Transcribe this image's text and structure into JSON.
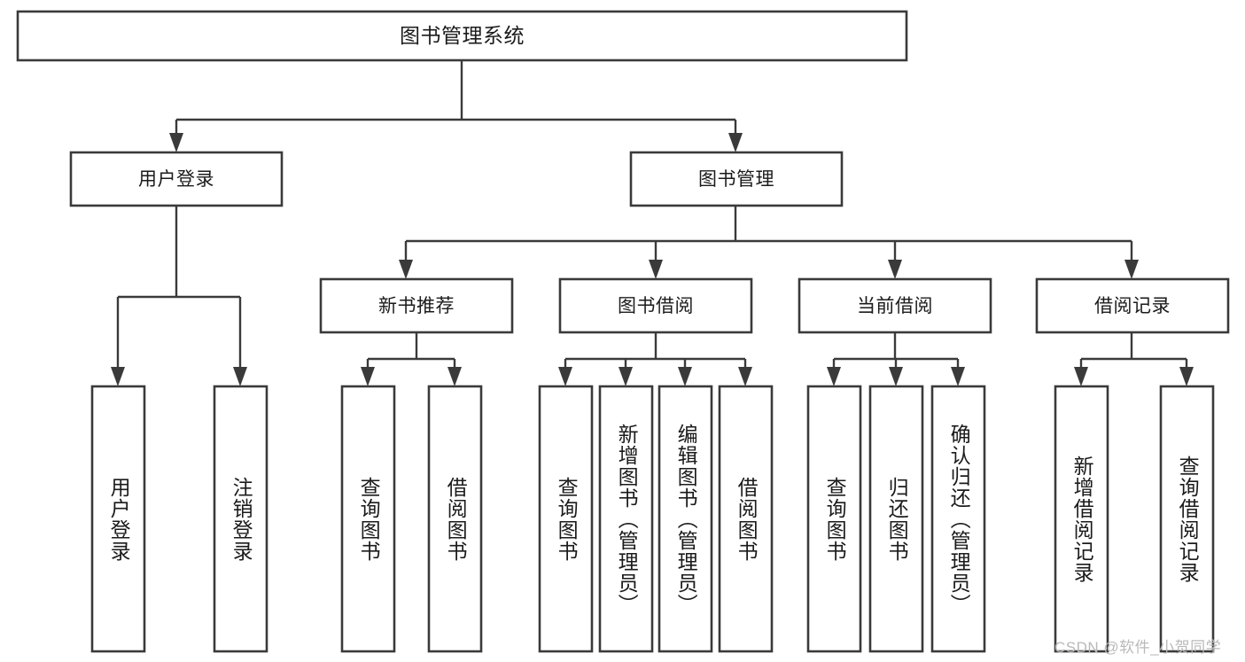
{
  "diagram": {
    "type": "tree-hierarchy-diagram",
    "root": {
      "id": "root",
      "label": "图书管理系统"
    },
    "level2": [
      {
        "id": "user-login",
        "label": "用户登录"
      },
      {
        "id": "book-management",
        "label": "图书管理"
      }
    ],
    "level3": [
      {
        "id": "new-book-recommend",
        "label": "新书推荐"
      },
      {
        "id": "book-borrow",
        "label": "图书借阅"
      },
      {
        "id": "current-borrow",
        "label": "当前借阅"
      },
      {
        "id": "borrow-record",
        "label": "借阅记录"
      }
    ],
    "leaves": {
      "user_login": [
        {
          "id": "leaf-user-login",
          "label": "用户登录"
        },
        {
          "id": "leaf-logout-login",
          "label": "注销登录"
        }
      ],
      "new_book_recommend": [
        {
          "id": "leaf-query-book-1",
          "label": "查询图书"
        },
        {
          "id": "leaf-borrow-book-1",
          "label": "借阅图书"
        }
      ],
      "book_borrow": [
        {
          "id": "leaf-query-book-2",
          "label": "查询图书"
        },
        {
          "id": "leaf-add-book",
          "label": "新增图书（管理员）"
        },
        {
          "id": "leaf-edit-book",
          "label": "编辑图书（管理员）"
        },
        {
          "id": "leaf-borrow-book-2",
          "label": "借阅图书"
        }
      ],
      "current_borrow": [
        {
          "id": "leaf-query-book-3",
          "label": "查询图书"
        },
        {
          "id": "leaf-return-book",
          "label": "归还图书"
        },
        {
          "id": "leaf-confirm-return",
          "label": "确认归还（管理员）"
        }
      ],
      "borrow_record": [
        {
          "id": "leaf-add-borrow-record",
          "label": "新增借阅记录"
        },
        {
          "id": "leaf-query-borrow-record",
          "label": "查询借阅记录"
        }
      ]
    },
    "watermark": "CSDN @软件_小贺同学",
    "colors": {
      "box_stroke": "#3a3a3a",
      "box_fill": "#ffffff",
      "text": "#1b1b1b",
      "watermark": "#b9b9b9",
      "background": "#ffffff"
    }
  }
}
